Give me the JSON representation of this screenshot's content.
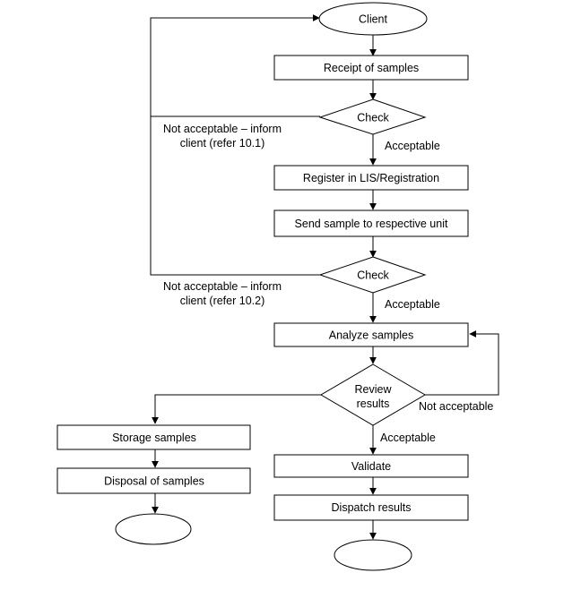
{
  "nodes": {
    "client": "Client",
    "receipt": "Receipt of samples",
    "check1": "Check",
    "register": "Register in LIS/Registration",
    "send": "Send sample to respective unit",
    "check2": "Check",
    "analyze": "Analyze samples",
    "review_line1": "Review",
    "review_line2": "results",
    "storage": "Storage samples",
    "disposal": "Disposal of samples",
    "validate": "Validate",
    "dispatch": "Dispatch results",
    "end_left": "",
    "end_right": ""
  },
  "edge_labels": {
    "reject1_line1": "Not acceptable – inform",
    "reject1_line2": "client (refer 10.1)",
    "accept1": "Acceptable",
    "reject2_line1": "Not acceptable – inform",
    "reject2_line2": "client (refer 10.2)",
    "accept2": "Acceptable",
    "review_not_acceptable": "Not acceptable",
    "accept3": "Acceptable"
  }
}
